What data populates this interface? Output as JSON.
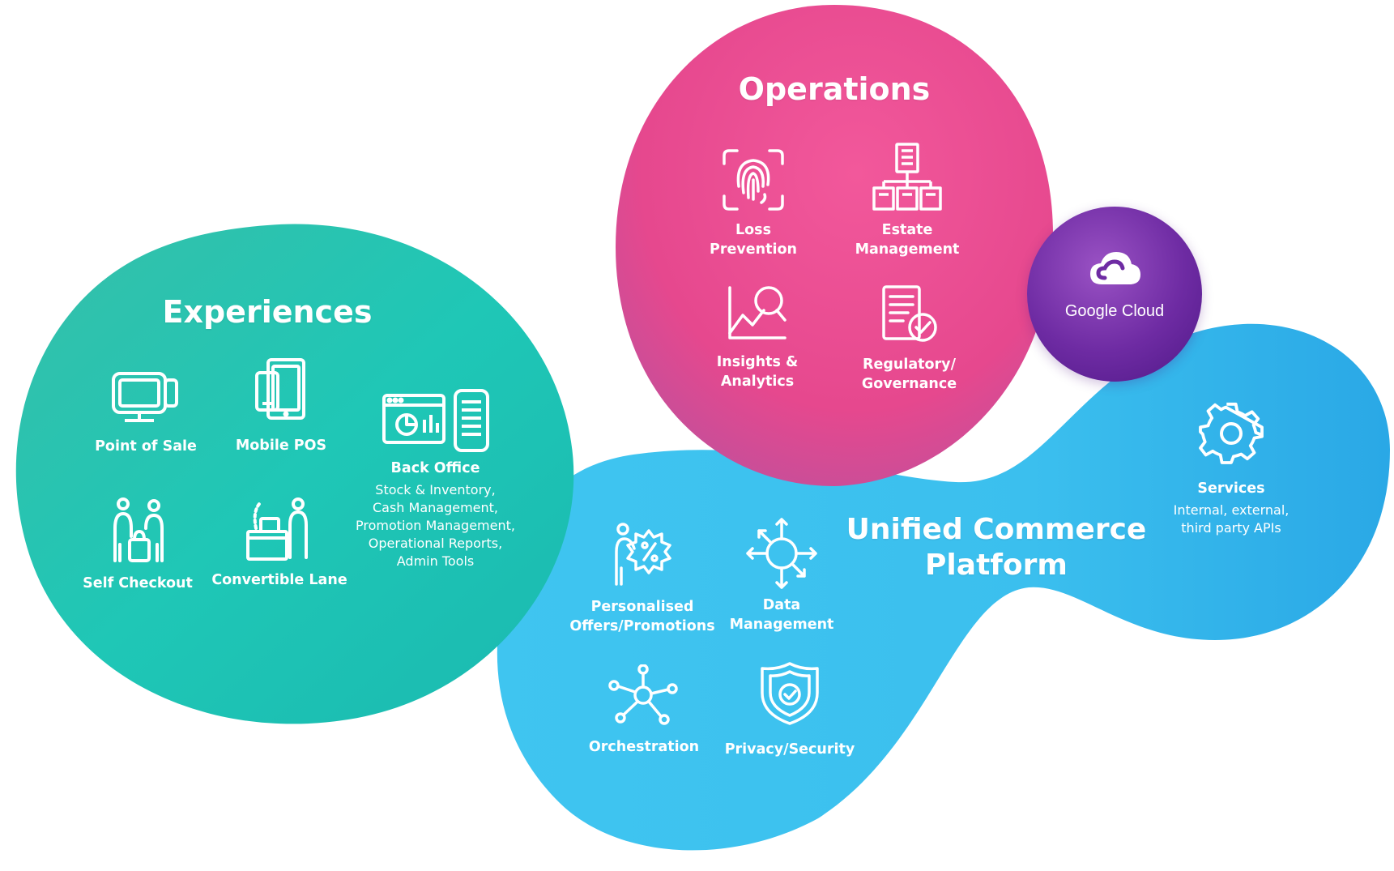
{
  "colors": {
    "experiences": "#22c6b4",
    "operations": "#e8498f",
    "platform": "#3ec0ee",
    "google_cloud": "#6e2ba3",
    "text": "#ffffff"
  },
  "experiences": {
    "title": "Experiences",
    "items": [
      {
        "label": "Point of Sale",
        "icon": "pos-terminal-icon"
      },
      {
        "label": "Mobile POS",
        "icon": "mobile-tablet-icon"
      },
      {
        "label": "Back Office",
        "icon": "back-office-dashboard-icon",
        "detail": "Stock & Inventory,\nCash Management,\nPromotion Management,\nOperational Reports,\nAdmin Tools"
      },
      {
        "label": "Self Checkout",
        "icon": "self-checkout-icon"
      },
      {
        "label": "Convertible Lane",
        "icon": "convertible-lane-icon"
      }
    ]
  },
  "operations": {
    "title": "Operations",
    "items": [
      {
        "label": "Loss\nPrevention",
        "icon": "fingerprint-icon"
      },
      {
        "label": "Estate\nManagement",
        "icon": "buildings-hierarchy-icon"
      },
      {
        "label": "Insights &\nAnalytics",
        "icon": "analytics-magnifier-icon"
      },
      {
        "label": "Regulatory/\nGovernance",
        "icon": "document-check-icon"
      }
    ]
  },
  "google_cloud": {
    "label": "Google Cloud",
    "icon": "google-cloud-icon"
  },
  "platform": {
    "title_line1": "Unified Commerce",
    "title_line2": "Platform",
    "items": [
      {
        "label": "Personalised\nOffers/Promotions",
        "icon": "person-discount-icon"
      },
      {
        "label": "Data\nManagement",
        "icon": "data-arrows-icon"
      },
      {
        "label": "Orchestration",
        "icon": "network-nodes-icon"
      },
      {
        "label": "Privacy/Security",
        "icon": "shield-check-icon"
      },
      {
        "label": "Services",
        "icon": "gear-icon",
        "detail": "Internal, external,\nthird party APIs"
      }
    ]
  }
}
